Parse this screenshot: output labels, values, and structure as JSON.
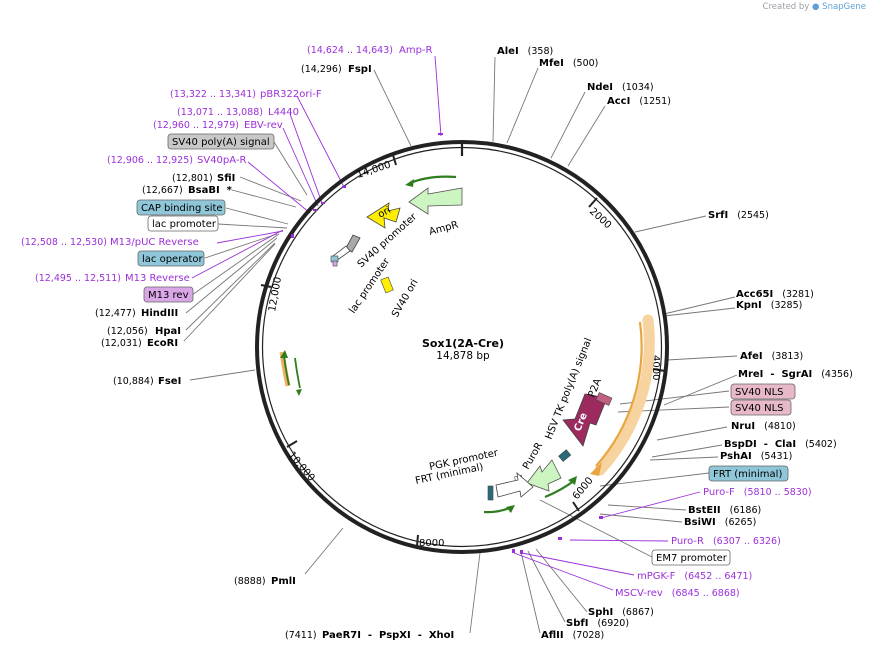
{
  "brand": {
    "created_by": "Created by",
    "app": "SnapGene"
  },
  "plasmid": {
    "name": "Sox1(2A-Cre)",
    "size": "14,878 bp",
    "length": 14878
  },
  "ticks": [
    "2000",
    "4000",
    "6000",
    "8000",
    "10,000",
    "12,000",
    "14,000"
  ],
  "sites": [
    {
      "name": "AleI",
      "coord": "(358)"
    },
    {
      "name": "MfeI",
      "coord": "(500)"
    },
    {
      "name": "NdeI",
      "coord": "(1034)"
    },
    {
      "name": "AccI",
      "coord": "(1251)"
    },
    {
      "name": "SrfI",
      "coord": "(2545)"
    },
    {
      "name": "Acc65I",
      "coord": "(3281)"
    },
    {
      "name": "KpnI",
      "coord": "(3285)"
    },
    {
      "name": "AfeI",
      "coord": "(3813)"
    },
    {
      "name": "MreI  -  SgrAI",
      "coord": "(4356)"
    },
    {
      "name": "NruI",
      "coord": "(4810)"
    },
    {
      "name": "BspDI  -  ClaI",
      "coord": "(5402)"
    },
    {
      "name": "PshAI",
      "coord": "(5431)"
    },
    {
      "name": "BstEII",
      "coord": "(6186)"
    },
    {
      "name": "BsiWI",
      "coord": "(6265)"
    },
    {
      "name": "SphI",
      "coord": "(6867)"
    },
    {
      "name": "SbfI",
      "coord": "(6920)"
    },
    {
      "name": "AflII",
      "coord": "(7028)"
    },
    {
      "name": "PaeR7I  -  PspXI  -  XhoI",
      "coord": "(7411)"
    },
    {
      "name": "PmlI",
      "coord": "(8888)"
    },
    {
      "name": "FseI",
      "coord": "(10,884)"
    },
    {
      "name": "EcoRI",
      "coord": "(12,031)"
    },
    {
      "name": "HpaI",
      "coord": "(12,056)"
    },
    {
      "name": "HindIII",
      "coord": "(12,477)"
    },
    {
      "name": "BsaBI  *",
      "coord": "(12,667)"
    },
    {
      "name": "SfiI",
      "coord": "(12,801)"
    },
    {
      "name": "FspI",
      "coord": "(14,296)"
    }
  ],
  "primers": [
    {
      "name": "Amp-R",
      "coord": "(14,624 .. 14,643)"
    },
    {
      "name": "pBR322ori-F",
      "coord": "(13,322 .. 13,341)"
    },
    {
      "name": "L4440",
      "coord": "(13,071 .. 13,088)"
    },
    {
      "name": "EBV-rev",
      "coord": "(12,960 .. 12,979)"
    },
    {
      "name": "SV40pA-R",
      "coord": "(12,906 .. 12,925)"
    },
    {
      "name": "M13/pUC Reverse",
      "coord": "(12,508 .. 12,530)"
    },
    {
      "name": "M13 Reverse",
      "coord": "(12,495 .. 12,511)"
    },
    {
      "name": "Puro-F",
      "coord": "(5810 .. 5830)"
    },
    {
      "name": "Puro-R",
      "coord": "(6307 .. 6326)"
    },
    {
      "name": "mPGK-F",
      "coord": "(6452 .. 6471)"
    },
    {
      "name": "MSCV-rev",
      "coord": "(6845 .. 6868)"
    }
  ],
  "boxed": [
    {
      "name": "SV40 poly(A) signal",
      "fill": "#c8c8c8"
    },
    {
      "name": "CAP binding site",
      "fill": "#8fc7d9"
    },
    {
      "name": "lac promoter",
      "fill": "#ffffff"
    },
    {
      "name": "lac operator",
      "fill": "#8fc7d9"
    },
    {
      "name": "M13 rev",
      "fill": "#d9a6e6"
    },
    {
      "name": "SV40 NLS",
      "fill": "#e6b8c8"
    },
    {
      "name": "SV40 NLS",
      "fill": "#e6b8c8"
    },
    {
      "name": "FRT (minimal)",
      "fill": "#8fc7d9"
    },
    {
      "name": "EM7 promoter",
      "fill": "#ffffff"
    }
  ],
  "features": {
    "amp": "AmpR",
    "ori": "ori",
    "sv40p": "SV40 promoter",
    "lacp": "lac promoter",
    "sv40ori": "SV40 ori",
    "hsv": "HSV TK poly(A) signal",
    "p2a": "P2A",
    "cre": "Cre",
    "puror": "PuroR",
    "pgk": "PGK promoter",
    "frt": "FRT (minimal)"
  },
  "colors": {
    "backbone": "#222222",
    "primer": "#9b30d9",
    "ampr": "#ccf5c2",
    "ori": "#ffee00",
    "cre": "#9c2a5f",
    "orf_glow": "#f7d3a0",
    "orf": "#e8a640",
    "green_arrow": "#2f7d1f",
    "leader": "#777777"
  }
}
